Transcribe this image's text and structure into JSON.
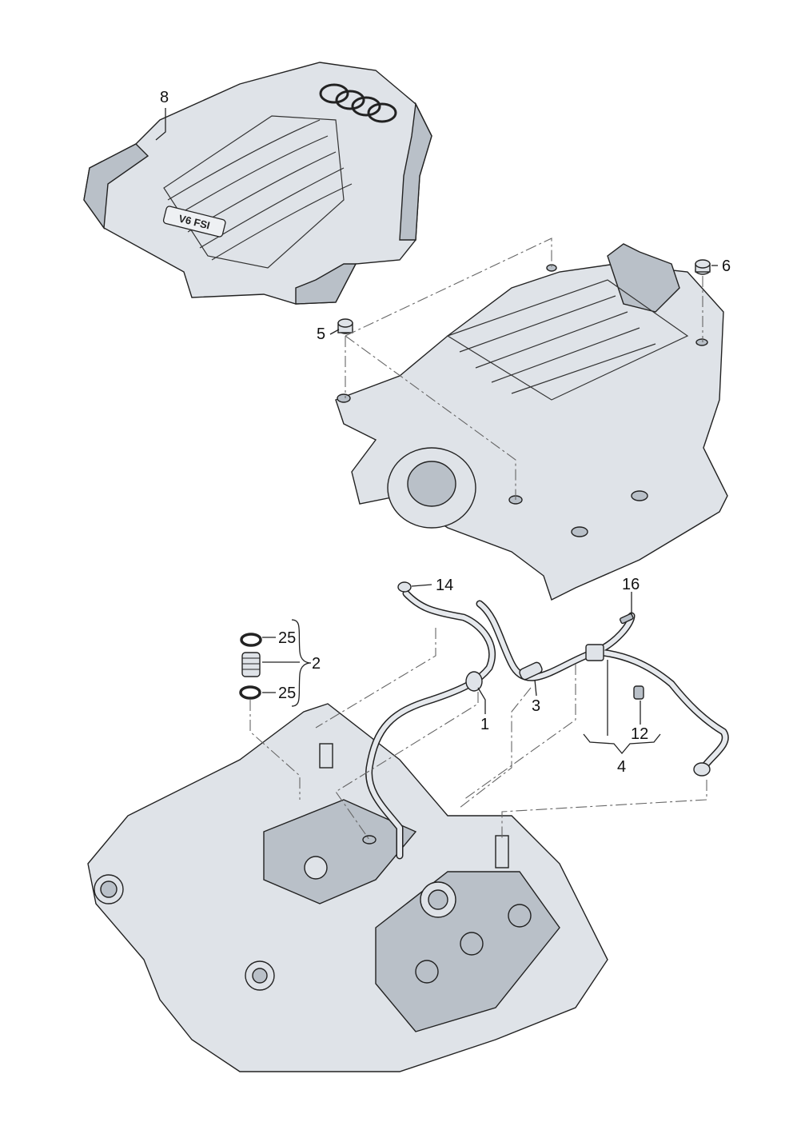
{
  "callouts": {
    "c1": "1",
    "c2": "2",
    "c3": "3",
    "c4": "4",
    "c5": "5",
    "c6": "6",
    "c8": "8",
    "c12": "12",
    "c14": "14",
    "c16": "16",
    "c25a": "25",
    "c25b": "25"
  },
  "cover_badge": "V6 FSI",
  "colors": {
    "part_fill": "#dfe3e8",
    "part_shade": "#b9c0c8",
    "line": "#222222"
  }
}
